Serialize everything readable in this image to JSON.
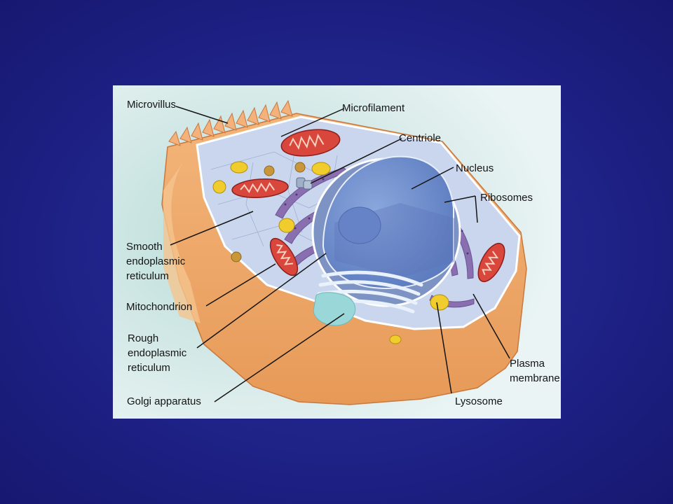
{
  "diagram": {
    "labels": {
      "microvillus": "Microvillus",
      "microfilament": "Microfilament",
      "centriole": "Centriole",
      "nucleus": "Nucleus",
      "ribosomes": "Ribosomes",
      "smooth_er": [
        "Smooth",
        "endoplasmic",
        "reticulum"
      ],
      "mitochondrion": "Mitochondrion",
      "rough_er": [
        "Rough",
        "endoplasmic",
        "reticulum"
      ],
      "golgi": "Golgi apparatus",
      "plasma_membrane": [
        "Plasma",
        "membrane"
      ],
      "lysosome": "Lysosome"
    },
    "colors": {
      "background": "#1f2287",
      "panel": "#e6f2f2",
      "cytoplasm": "#f2a86a",
      "interior": "#c9d6ee",
      "nucleus": "#6f8fce",
      "nucleolus": "#5b79c0",
      "er": "#8a6fb0",
      "mitochondria": "#d9463c",
      "golgi": "#9ad7d8",
      "lysosome": "#f0cc2c"
    }
  }
}
